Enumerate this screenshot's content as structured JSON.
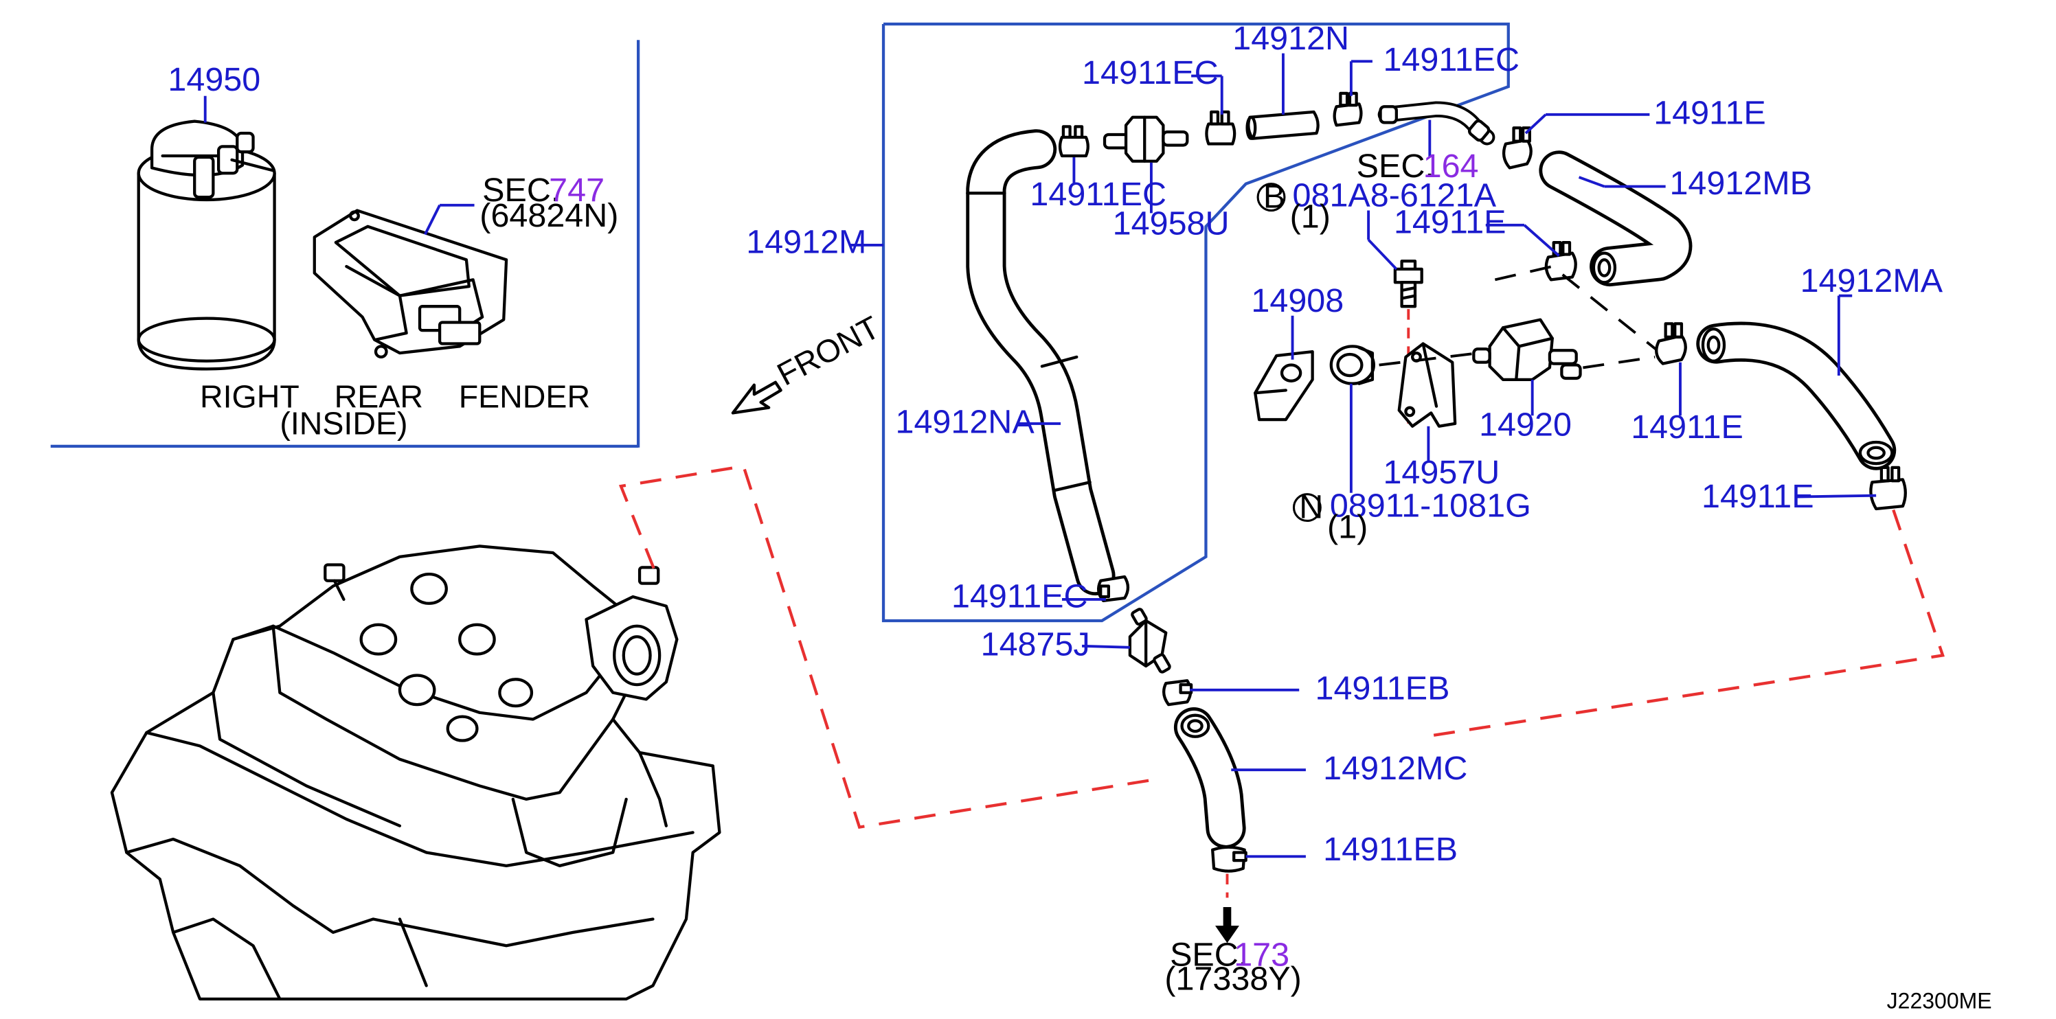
{
  "parts": {
    "p14950": "14950",
    "p14912N": "14912N",
    "p14911EC_a": "14911EC",
    "p14911EC_b": "14911EC",
    "p14911EC_c": "14911EC",
    "p14911EC_d": "14911EC",
    "p14958U": "14958U",
    "p14912M": "14912M",
    "p14912NA": "14912NA",
    "p14911E_a": "14911E",
    "p14911E_b": "14911E",
    "p14911E_c": "14911E",
    "p14911E_d": "14911E",
    "p14912MB": "14912MB",
    "p14912MA": "14912MA",
    "p14908": "14908",
    "p14920": "14920",
    "p14957U": "14957U",
    "p14875J": "14875J",
    "p14911EB_a": "14911EB",
    "p14911EB_b": "14911EB",
    "p14912MC": "14912MC",
    "bolt_b": "081A8-6121A",
    "bolt_b_qty": "(1)",
    "nut_n": "08911-1081G",
    "nut_n_qty": "(1)",
    "b_symbol": "B",
    "n_symbol": "N"
  },
  "sections": {
    "sec747_prefix": "SEC.",
    "sec747_num": "747",
    "sec747_sub": "(64824N)",
    "sec164_prefix": "SEC.",
    "sec164_num": "164",
    "sec173_prefix": "SEC.",
    "sec173_num": "173",
    "sec173_sub": "(17338Y)"
  },
  "notes": {
    "fender_line1": "RIGHT    REAR    FENDER",
    "fender_line2": "(INSIDE)",
    "front": "FRONT"
  },
  "diagram_code": "J22300ME",
  "colors": {
    "part_number": "#1a1acc",
    "section_number": "#8a2be2",
    "leader": "#1a1acc",
    "frame": "#2a52be",
    "engine_link": "#e83030"
  }
}
